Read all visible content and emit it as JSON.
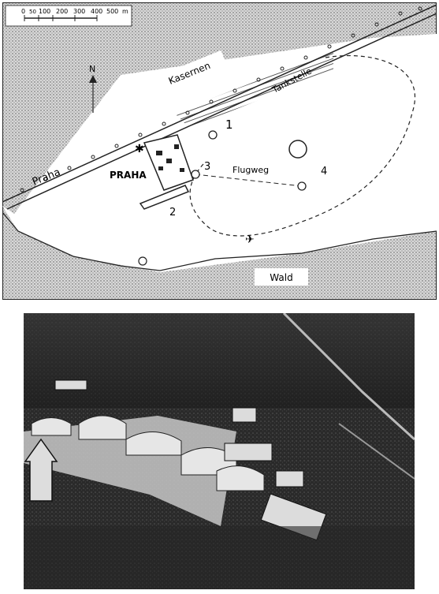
{
  "map": {
    "scale_bar": {
      "ticks": [
        "0",
        "50",
        "100",
        "200",
        "300",
        "400",
        "500"
      ],
      "unit": "m"
    },
    "labels": {
      "kasernen": "Kasernen",
      "tankstelle": "Tankstelle",
      "praha_road": "Praha",
      "praha_town": "PRAHA",
      "flugweg": "Flugweg",
      "wald": "Wald",
      "north": "N"
    },
    "markers": [
      "1",
      "2",
      "3",
      "4"
    ]
  },
  "photo": {
    "description_icon": "up-arrow-icon"
  }
}
